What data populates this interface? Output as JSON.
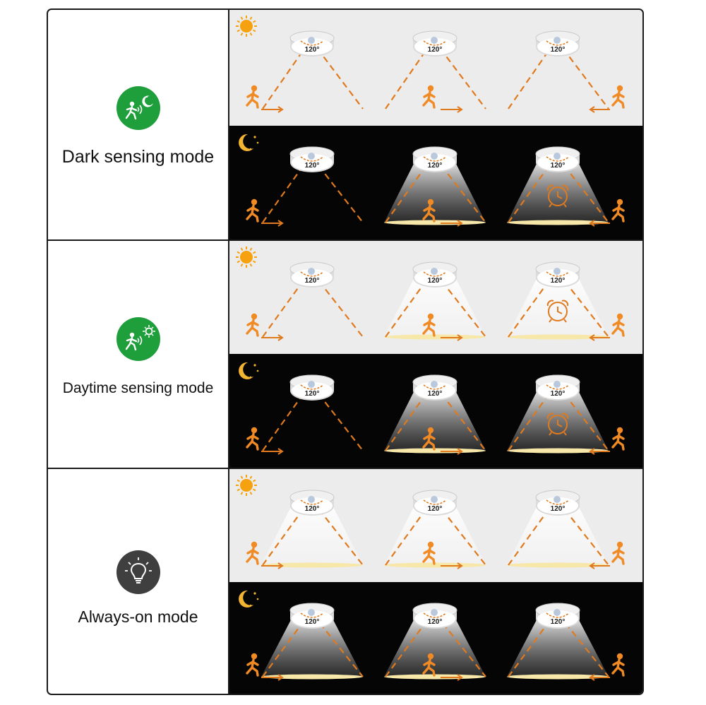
{
  "modes": [
    {
      "label": "Dark sensing mode",
      "icon": "motion-sensor-moon-icon",
      "icon_color": "#1f9e3c",
      "panels": [
        {
          "condition": "day",
          "weather_icon": "sun-icon",
          "scenes": [
            {
              "person": "far-left",
              "light_on": false,
              "fov": "120°"
            },
            {
              "person": "under",
              "light_on": false,
              "fov": "120°"
            },
            {
              "person": "far-right",
              "light_on": false,
              "fov": "120°"
            }
          ]
        },
        {
          "condition": "night",
          "weather_icon": "moon-stars-icon",
          "scenes": [
            {
              "person": "far-left",
              "light_on": false,
              "fov": "120°"
            },
            {
              "person": "under",
              "light_on": true,
              "fov": "120°"
            },
            {
              "person": "far-right",
              "light_on": true,
              "timer": true,
              "fov": "120°"
            }
          ]
        }
      ]
    },
    {
      "label": "Daytime sensing mode",
      "icon": "motion-sensor-sun-icon",
      "icon_color": "#1f9e3c",
      "panels": [
        {
          "condition": "day",
          "weather_icon": "sun-icon",
          "scenes": [
            {
              "person": "far-left",
              "light_on": false,
              "fov": "120°"
            },
            {
              "person": "under",
              "light_on": true,
              "fov": "120°"
            },
            {
              "person": "far-right",
              "light_on": true,
              "timer": true,
              "fov": "120°"
            }
          ]
        },
        {
          "condition": "night",
          "weather_icon": "moon-stars-icon",
          "scenes": [
            {
              "person": "far-left",
              "light_on": false,
              "fov": "120°"
            },
            {
              "person": "under",
              "light_on": true,
              "fov": "120°"
            },
            {
              "person": "far-right",
              "light_on": true,
              "timer": true,
              "fov": "120°"
            }
          ]
        }
      ]
    },
    {
      "label": "Always-on mode",
      "icon": "light-bulb-icon",
      "icon_color": "#3f3f3f",
      "panels": [
        {
          "condition": "day",
          "weather_icon": "sun-icon",
          "scenes": [
            {
              "person": "far-left",
              "light_on": true,
              "fov": "120°"
            },
            {
              "person": "under",
              "light_on": true,
              "fov": "120°"
            },
            {
              "person": "far-right",
              "light_on": true,
              "fov": "120°"
            }
          ]
        },
        {
          "condition": "night",
          "weather_icon": "moon-stars-icon",
          "scenes": [
            {
              "person": "far-left",
              "light_on": true,
              "fov": "120°"
            },
            {
              "person": "under",
              "light_on": true,
              "fov": "120°"
            },
            {
              "person": "far-right",
              "light_on": true,
              "fov": "120°"
            }
          ]
        }
      ]
    }
  ],
  "colors": {
    "accent_orange": "#e07a1f",
    "person_orange": "#f08a24",
    "day_background": "#ececec",
    "night_background": "#050505",
    "sensor_green": "#1f9e3c"
  }
}
